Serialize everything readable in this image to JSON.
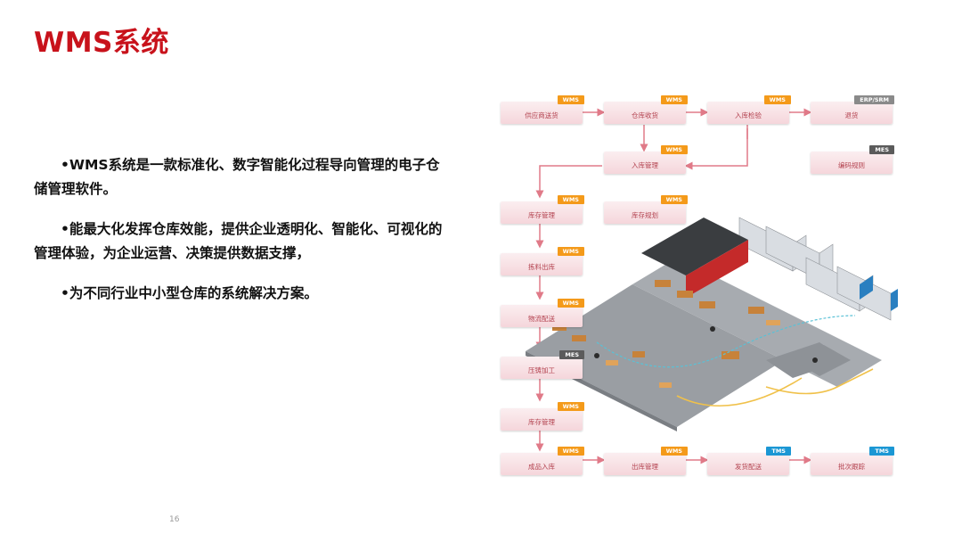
{
  "title": "WMS系统",
  "bullets": [
    "•WMS系统是一款标准化、数字智能化过程导向管理的电子仓储管理软件。",
    "•能最大化发挥仓库效能，提供企业透明化、智能化、可视化的管理体验，为企业运营、决策提供数据支撑，",
    "•为不同行业中小型仓库的系统解决方案。"
  ],
  "page_number": "16",
  "flow": [
    {
      "label": "供应商送货",
      "tag": "WMS",
      "tag_type": "wms"
    },
    {
      "label": "仓库收货",
      "tag": "WMS",
      "tag_type": "wms"
    },
    {
      "label": "入库检验",
      "tag": "WMS",
      "tag_type": "wms"
    },
    {
      "label": "退货",
      "tag": "ERP/SRM",
      "tag_type": "erp"
    },
    {
      "label": "入库管理",
      "tag": "WMS",
      "tag_type": "wms"
    },
    {
      "label": "编码规则",
      "tag": "MES",
      "tag_type": "mes"
    },
    {
      "label": "库存管理",
      "tag": "WMS",
      "tag_type": "wms"
    },
    {
      "label": "库存规划",
      "tag": "WMS",
      "tag_type": "wms"
    },
    {
      "label": "拣料出库",
      "tag": "WMS",
      "tag_type": "wms"
    },
    {
      "label": "物流配送",
      "tag": "WMS",
      "tag_type": "wms"
    },
    {
      "label": "压铸加工",
      "tag": "MES",
      "tag_type": "mes"
    },
    {
      "label": "库存管理",
      "tag": "WMS",
      "tag_type": "wms"
    },
    {
      "label": "成品入库",
      "tag": "WMS",
      "tag_type": "wms"
    },
    {
      "label": "出库管理",
      "tag": "WMS",
      "tag_type": "wms"
    },
    {
      "label": "发货配送",
      "tag": "TMS",
      "tag_type": "tms"
    },
    {
      "label": "批次跟踪",
      "tag": "TMS",
      "tag_type": "tms"
    }
  ],
  "colors": {
    "title": "#c8121b",
    "wms": "#f49a1a",
    "mes": "#5b5b5b",
    "erp": "#8a8a8a",
    "tms": "#1b97d4"
  }
}
